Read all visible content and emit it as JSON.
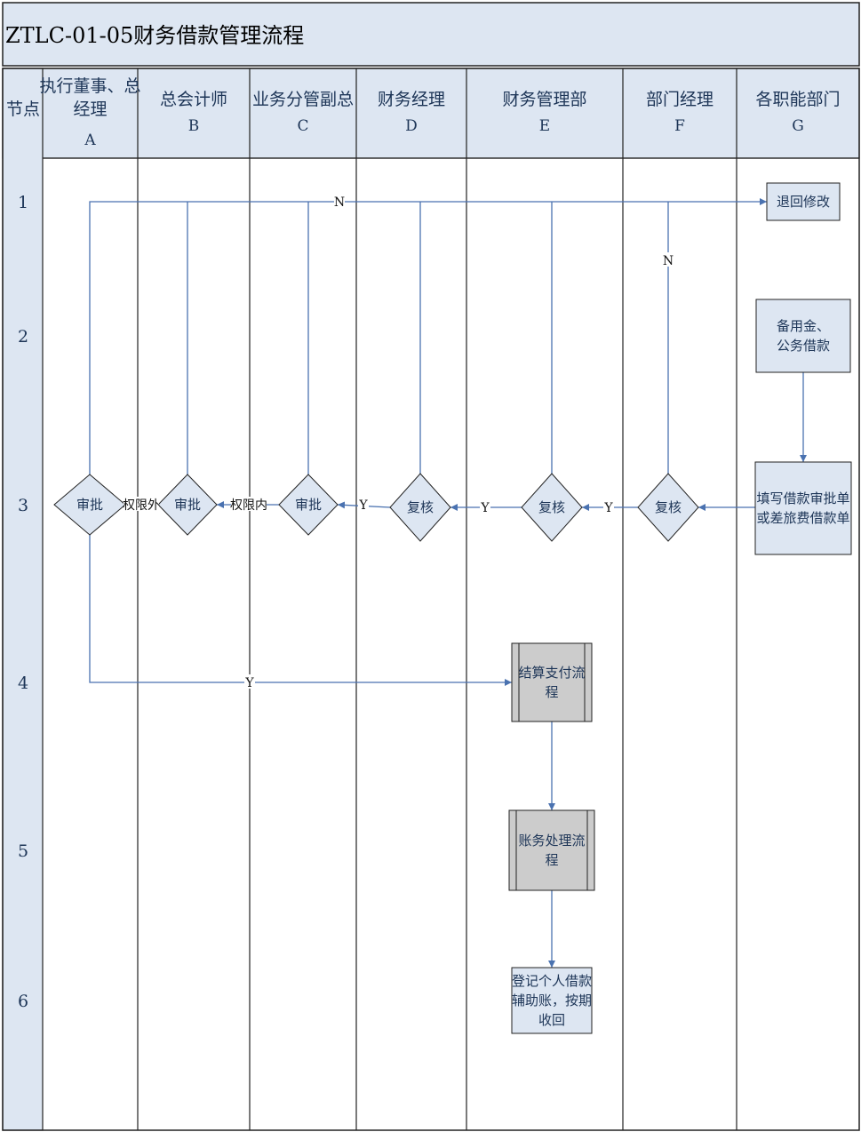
{
  "title": "ZTLC-01-05财务借款管理流程",
  "node_column_header": "节点",
  "columns": [
    {
      "name": "执行董事、总经理",
      "lines": [
        "执行董事、总",
        "经理"
      ],
      "letter": "A"
    },
    {
      "name": "总会计师",
      "lines": [
        "总会计师"
      ],
      "letter": "B"
    },
    {
      "name": "业务分管副总",
      "lines": [
        "业务分管副总"
      ],
      "letter": "C"
    },
    {
      "name": "财务经理",
      "lines": [
        "财务经理"
      ],
      "letter": "D"
    },
    {
      "name": "财务管理部",
      "lines": [
        "财务管理部"
      ],
      "letter": "E"
    },
    {
      "name": "部门经理",
      "lines": [
        "部门经理"
      ],
      "letter": "F"
    },
    {
      "name": "各职能部门",
      "lines": [
        "各职能部门"
      ],
      "letter": "G"
    }
  ],
  "rows": [
    "1",
    "2",
    "3",
    "4",
    "5",
    "6"
  ],
  "nodes": [
    {
      "id": "return",
      "type": "process",
      "lines": [
        "退回修改"
      ],
      "col": "G",
      "row": "1"
    },
    {
      "id": "reserve",
      "type": "process",
      "lines": [
        "备用金、",
        "公务借款"
      ],
      "col": "G",
      "row": "2"
    },
    {
      "id": "fill",
      "type": "process",
      "lines": [
        "填写借款审批单",
        "或差旅费借款单"
      ],
      "col": "G",
      "row": "3"
    },
    {
      "id": "f_review",
      "type": "decision",
      "lines": [
        "复核"
      ],
      "col": "F",
      "row": "3"
    },
    {
      "id": "e_review",
      "type": "decision",
      "lines": [
        "复核"
      ],
      "col": "E",
      "row": "3"
    },
    {
      "id": "d_review",
      "type": "decision",
      "lines": [
        "复核"
      ],
      "col": "D",
      "row": "3"
    },
    {
      "id": "c_approve",
      "type": "decision",
      "lines": [
        "审批"
      ],
      "col": "C",
      "row": "3"
    },
    {
      "id": "b_approve",
      "type": "decision",
      "lines": [
        "审批"
      ],
      "col": "B",
      "row": "3"
    },
    {
      "id": "a_approve",
      "type": "decision",
      "lines": [
        "审批"
      ],
      "col": "A",
      "row": "3"
    },
    {
      "id": "settle",
      "type": "subprocess",
      "lines": [
        "结算支付流",
        "程"
      ],
      "col": "E",
      "row": "4"
    },
    {
      "id": "account",
      "type": "subprocess",
      "lines": [
        "账务处理流",
        "程"
      ],
      "col": "E",
      "row": "5"
    },
    {
      "id": "ledger",
      "type": "process",
      "lines": [
        "登记个人借款",
        "辅助账，按期",
        "收回"
      ],
      "col": "E",
      "row": "6"
    }
  ],
  "edge_labels": {
    "no": "N",
    "yes": "Y",
    "beyond_authority": "权限外",
    "within_authority": "权限内"
  },
  "colors": {
    "line": "#4a72b0",
    "box_fill": "#dde6f2",
    "subprocess_fill": "#cccccc",
    "header_fill": "#dde6f2",
    "border": "#222222"
  }
}
